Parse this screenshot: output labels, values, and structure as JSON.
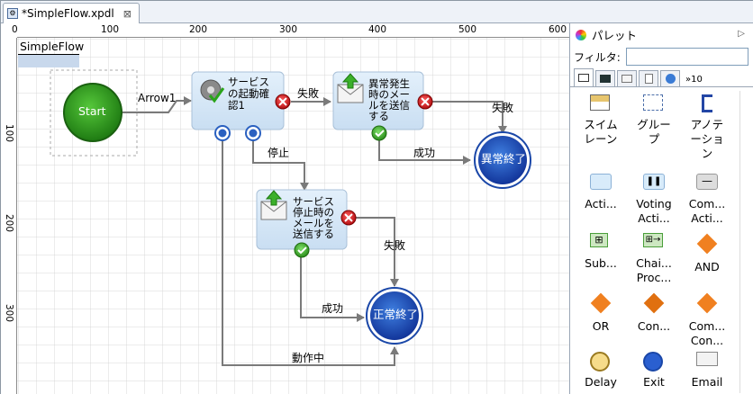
{
  "tab": {
    "title": "*SimpleFlow.xpdl",
    "close": "⊠"
  },
  "swimlane": {
    "title": "SimpleFlow"
  },
  "ruler": {
    "h": [
      "0",
      "100",
      "200",
      "300",
      "400",
      "500",
      "600"
    ],
    "v": [
      "100",
      "200",
      "300"
    ]
  },
  "nodes": {
    "start": "Start",
    "service": [
      "サービス",
      "の起動確",
      "認1"
    ],
    "error_mail": [
      "異常発生",
      "時のメー",
      "ルを送信",
      "する"
    ],
    "stop_mail": [
      "サービス",
      "停止時の",
      "メールを",
      "送信する"
    ],
    "end_error": "異常終了",
    "end_ok": "正常終了"
  },
  "connections": {
    "arrow1": "Arrow1",
    "fail1": "失敗",
    "fail2": "失敗",
    "stop": "停止",
    "success1": "成功",
    "fail3": "失敗",
    "success2": "成功",
    "running": "動作中"
  },
  "palette": {
    "title": "パレット",
    "filter_label": "フィルタ:",
    "filter_value": "",
    "tabs_more": "»10",
    "items": [
      {
        "label": "スイム\nレーン",
        "icon": "swimlane-icon"
      },
      {
        "label": "グルー\nプ",
        "icon": "group-icon"
      },
      {
        "label": "アノテ\nーショ\nン",
        "icon": "annotation-icon"
      },
      {
        "label": "Acti...",
        "icon": "activity-icon"
      },
      {
        "label": "Voting\nActi...",
        "icon": "voting-activity-icon"
      },
      {
        "label": "Com...\nActi...",
        "icon": "compensation-activity-icon"
      },
      {
        "label": "Sub...",
        "icon": "subprocess-icon"
      },
      {
        "label": "Chai...\nProc...",
        "icon": "chained-process-icon"
      },
      {
        "label": "AND",
        "icon": "and-gateway-icon"
      },
      {
        "label": "OR",
        "icon": "or-gateway-icon"
      },
      {
        "label": "Con...",
        "icon": "conditional-gateway-icon"
      },
      {
        "label": "Com...\nCon...",
        "icon": "complex-gateway-icon"
      },
      {
        "label": "Delay",
        "icon": "delay-icon"
      },
      {
        "label": "Exit",
        "icon": "exit-icon"
      },
      {
        "label": "Email",
        "icon": "email-icon"
      }
    ]
  },
  "colors": {
    "grid": "#d6d6d6",
    "node_bg": "#d6e8f6",
    "green": "#2e8b1d",
    "blue": "#1f55b7",
    "red": "#c8171b"
  }
}
